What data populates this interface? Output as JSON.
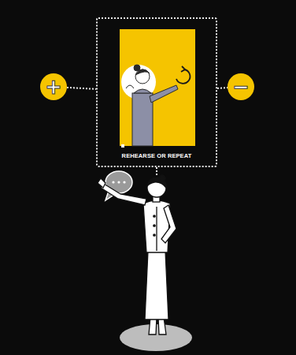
{
  "diagram": {
    "nodes": [
      {
        "text": [
          "REHEARSE OR REPEAT"
        ]
      },
      {
        "text": [
          "+"
        ]
      },
      {
        "text": [
          "−"
        ]
      }
    ],
    "edges": [
      {
        "from": 1,
        "to": 0,
        "arrow": "none"
      },
      {
        "from": 0,
        "to": 2,
        "arrow": "none"
      }
    ]
  }
}
